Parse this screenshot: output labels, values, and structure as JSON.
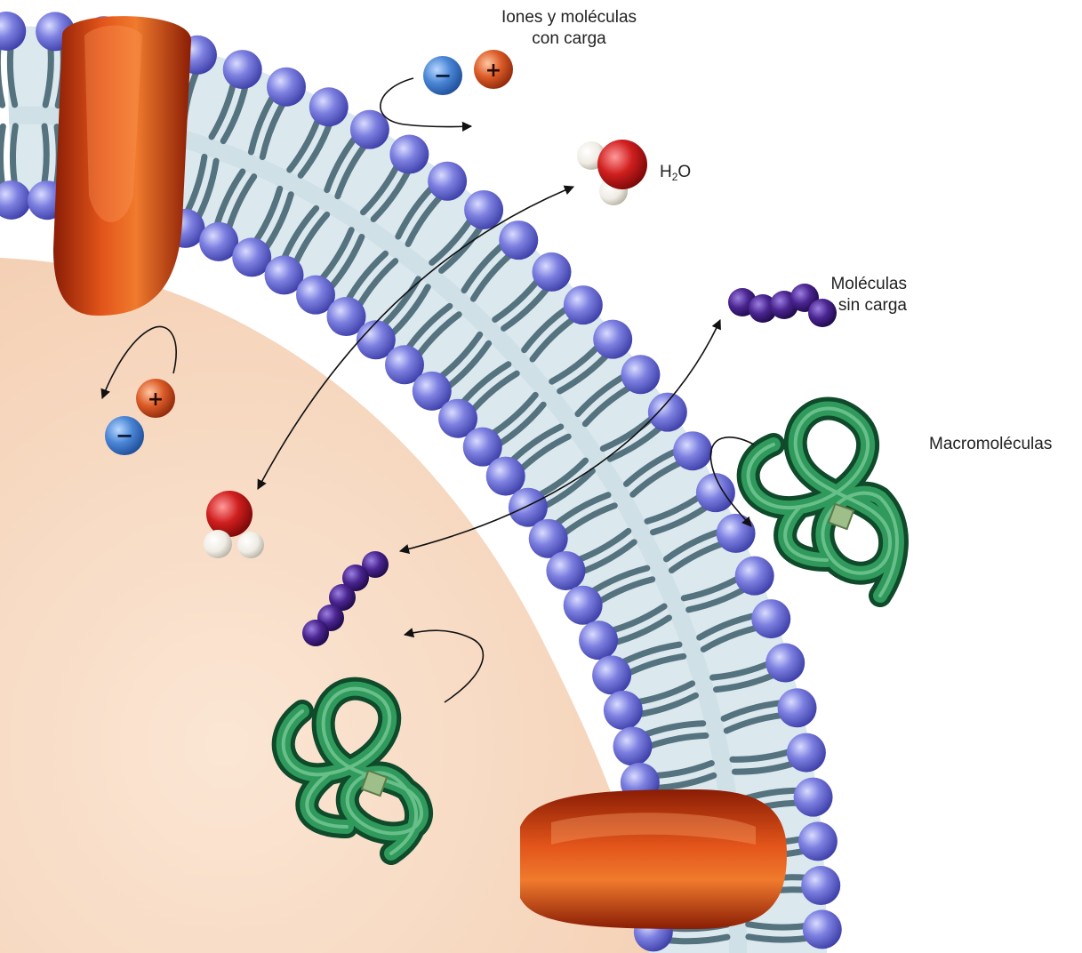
{
  "labels": {
    "ions_line1": "Iones y moléculas",
    "ions_line2": "con carga",
    "water_main": "H",
    "water_sub": "2",
    "water_tail": "O",
    "uncharged_line1": "Moléculas",
    "uncharged_line2": "sin carga",
    "macromolecules": "Macromoléculas"
  },
  "ion_signs": {
    "minus": "−",
    "plus": "+"
  },
  "colors": {
    "lipid_head": "#6f72d6",
    "lipid_tail": "#55727f",
    "membrane_core": "#d7e6ec",
    "cytoplasm": "#f8e1cc",
    "protein_channel": "#d24512",
    "anion": "#3f7fcf",
    "cation": "#d25a2a",
    "water_oxygen": "#d01f1f",
    "water_hydrogen": "#f2f0ea",
    "uncharged_molecule": "#3c1a78",
    "macromolecule": "#1f7a45"
  }
}
